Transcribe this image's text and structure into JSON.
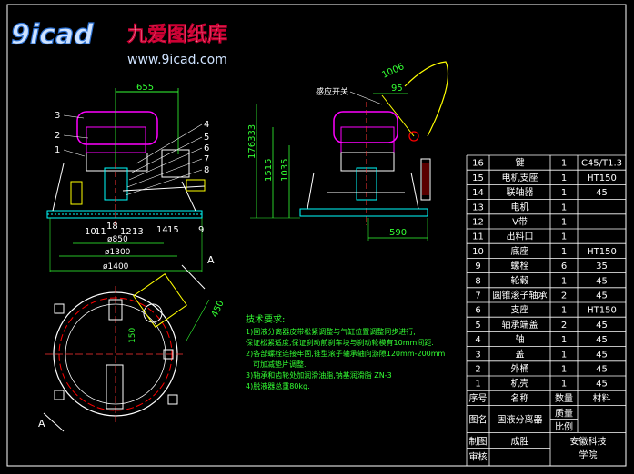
{
  "watermark": {
    "logo_text": "9icad",
    "brand": "九爱图纸库",
    "url": "www.9icad.com"
  },
  "front_view": {
    "dims": [
      "655",
      "ø850",
      "ø1300",
      "ø1400"
    ],
    "part_labels": [
      "3",
      "2",
      "1",
      "4",
      "5",
      "6",
      "7",
      "8",
      "9",
      "10",
      "11",
      "18",
      "12",
      "13",
      "14",
      "15"
    ]
  },
  "side_view": {
    "sensor_label": "感应开关",
    "dims": [
      "1006",
      "95",
      "176333",
      "1515",
      "1035",
      "590"
    ]
  },
  "section_marks": {
    "a": "A",
    "a2": "A",
    "d450": "450",
    "d150": "150"
  },
  "tech_notes": {
    "title": "技术要求:",
    "lines": [
      "1)固液分离器皮带松紧调整与气缸位置调整同步进行,",
      "保证松紧适度,保证刹动前刹车块与刹动轮模有10mm间距.",
      "2)各部螺栓连接牢固,锥型滚子轴承轴向游隙120mm-200mm",
      "可加减垫片调整.",
      "3)轴承和齿轮处加润滑油脂,钠基润滑脂 ZN-3",
      "4)脱液器总重80kg."
    ]
  },
  "bom": {
    "rows": [
      {
        "no": "16",
        "name": "键",
        "qty": "1",
        "mat": "C45/T1.3"
      },
      {
        "no": "15",
        "name": "电机支座",
        "qty": "1",
        "mat": "HT150"
      },
      {
        "no": "14",
        "name": "联轴器",
        "qty": "1",
        "mat": "45"
      },
      {
        "no": "13",
        "name": "电机",
        "qty": "1",
        "mat": ""
      },
      {
        "no": "12",
        "name": "V带",
        "qty": "1",
        "mat": ""
      },
      {
        "no": "11",
        "name": "出料口",
        "qty": "1",
        "mat": ""
      },
      {
        "no": "10",
        "name": "底座",
        "qty": "1",
        "mat": "HT150"
      },
      {
        "no": "9",
        "name": "螺栓",
        "qty": "6",
        "mat": "35"
      },
      {
        "no": "8",
        "name": "轮毂",
        "qty": "1",
        "mat": "45"
      },
      {
        "no": "7",
        "name": "圆锥滚子轴承",
        "qty": "2",
        "mat": "45"
      },
      {
        "no": "6",
        "name": "支座",
        "qty": "1",
        "mat": "HT150"
      },
      {
        "no": "5",
        "name": "轴承端盖",
        "qty": "2",
        "mat": "45"
      },
      {
        "no": "4",
        "name": "轴",
        "qty": "1",
        "mat": "45"
      },
      {
        "no": "3",
        "name": "盖",
        "qty": "1",
        "mat": "45"
      },
      {
        "no": "2",
        "name": "外桶",
        "qty": "1",
        "mat": "45"
      },
      {
        "no": "1",
        "name": "机壳",
        "qty": "1",
        "mat": "45"
      }
    ],
    "header": {
      "no": "序号",
      "name": "名称",
      "qty": "数量",
      "mat": "材料"
    },
    "title_block": {
      "drawing_name_label": "图名",
      "drawing_name": "固液分离器",
      "weight_label": "质量",
      "scale_label": "比例",
      "drawn_label": "制图",
      "drawn_by": "成胜",
      "check_label": "审核",
      "school": "安徽科技学院"
    }
  }
}
